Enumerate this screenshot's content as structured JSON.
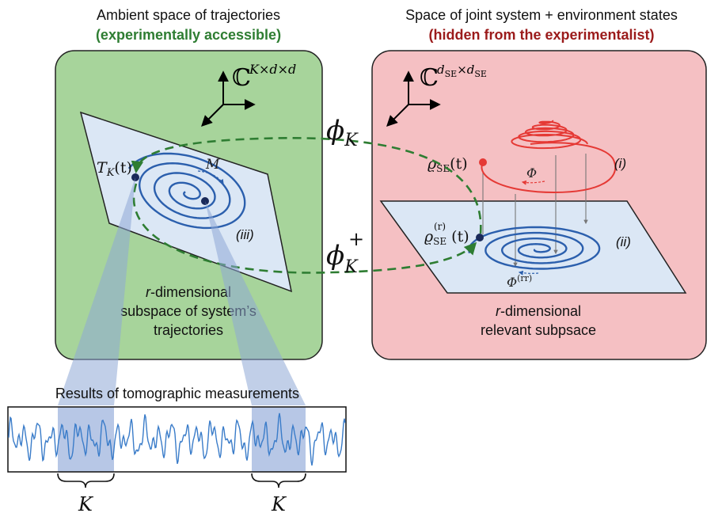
{
  "left_panel": {
    "title": "Ambient space of trajectories",
    "subtitle": "(experimentally accessible)",
    "space_base": "ℂ",
    "space_sup": "K×d×d",
    "caption_r": "r",
    "caption_line1": "-dimensional",
    "caption_line2": "subspace of system’s",
    "caption_line3": "trajectories",
    "point_label_T": "T",
    "point_label_sub": "K",
    "point_label_arg": "(t)",
    "map_label_M": "M",
    "region_label": "(iii)"
  },
  "right_panel": {
    "title": "Space of joint system + environment states",
    "subtitle": "(hidden from the experimentalist)",
    "space_base": "ℂ",
    "space_sup": "d_SE×d_SE",
    "space_sup_d1": "d",
    "space_sup_sub1": "SE",
    "space_sup_x": "×",
    "space_sup_d2": "d",
    "space_sup_sub2": "SE",
    "rho": "ϱ",
    "rho_sub": "SE",
    "rho_arg": "(t)",
    "rho_r_sup": "(r)",
    "phi_label": "Φ",
    "phi_rr_label": "Φ",
    "phi_rr_sup": "(rr)",
    "label_i": "(i)",
    "label_ii": "(ii)",
    "caption_r": "r",
    "caption_line1": "-dimensional",
    "caption_line2": "relevant subpsace"
  },
  "maps": {
    "phi": "ϕ",
    "phi_sub": "K",
    "phi_plus_sup": "+"
  },
  "measurements": {
    "title": "Results of tomographic measurements",
    "window_label_1": "K",
    "window_label_2": "K"
  },
  "colors": {
    "green_panel": "#a7d49b",
    "red_panel": "#f5c0c3",
    "subspace_fill": "#dbe7f5",
    "spiral_blue": "#2b5fad",
    "dark_point": "#1a2a5a",
    "arrow_green": "#2e7d32",
    "red_traj": "#e53935",
    "accessible_text": "#2e7d32",
    "hidden_text": "#9b1b1b",
    "signal_blue": "#3a7cc9"
  }
}
